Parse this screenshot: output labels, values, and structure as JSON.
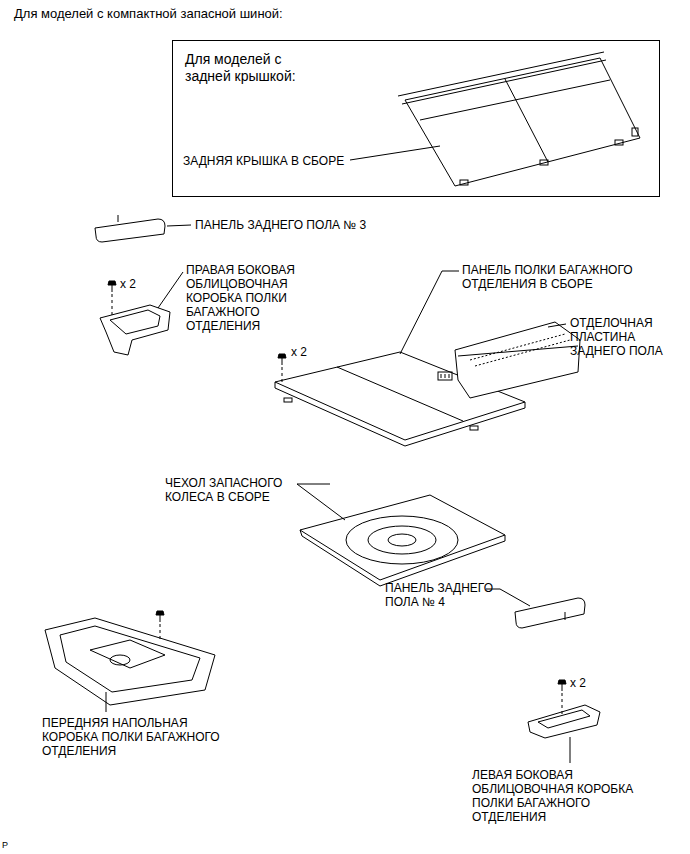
{
  "diagram": {
    "title": "Для моделей с компактной запасной шиной:",
    "nodes": [
      {
        "text": [
          "Для моделей с задней крышкой:",
          "ЗАДНЯЯ КРЫШКА В СБОРЕ"
        ]
      }
    ],
    "labels": [
      "ПАНЕЛЬ ЗАДНЕГО ПОЛА № 3",
      "x 2",
      "ПРАВАЯ БОКОВАЯ ОБЛИЦОВОЧНАЯ КОРОБКА ПОЛКИ БАГАЖНОГО ОТДЕЛЕНИЯ",
      "ПАНЕЛЬ ПОЛКИ БАГАЖНОГО ОТДЕЛЕНИЯ В СБОРЕ",
      "x 2",
      "ОТДЕЛОЧНАЯ ПЛАСТИНА ЗАДНЕГО ПОЛА",
      "ЧЕХОЛ ЗАПАСНОГО КОЛЕСА В СБОРЕ",
      "ПАНЕЛЬ ЗАДНЕГО ПОЛА № 4",
      "ПЕРЕДНЯЯ НАПОЛЬНАЯ КОРОБКА ПОЛКИ БАГАЖНОГО ОТДЕЛЕНИЯ",
      "x 2",
      "ЛЕВАЯ БОКОВАЯ ОБЛИЦОВОЧНАЯ КОРОБКА ПОЛКИ БАГАЖНОГО ОТДЕЛЕНИЯ",
      "P"
    ]
  }
}
